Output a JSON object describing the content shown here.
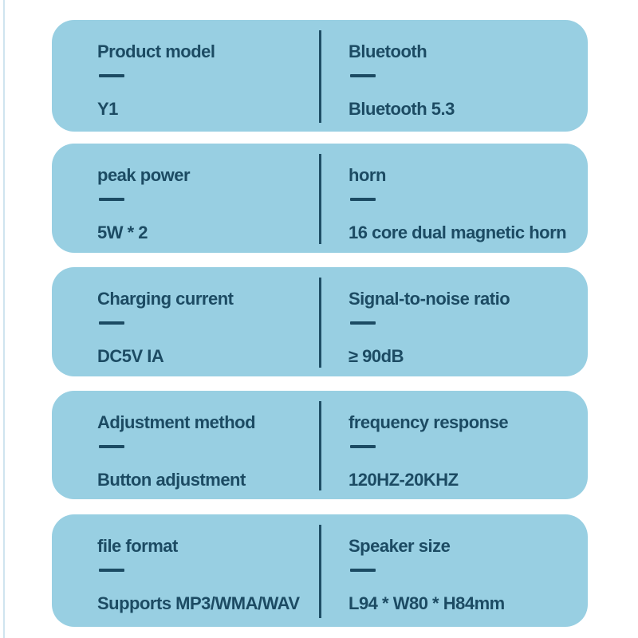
{
  "page": {
    "background_color": "#ffffff",
    "edge_line_color": "#cfe4ef"
  },
  "card_style": {
    "background_color": "#98cfe2",
    "text_color": "#1c4b63",
    "divider_color": "#1f4f66"
  },
  "cards": [
    {
      "left": {
        "label": "Product model",
        "value": "Y1"
      },
      "right": {
        "label": "Bluetooth",
        "value": "Bluetooth 5.3"
      }
    },
    {
      "left": {
        "label": "peak power",
        "value": "5W * 2"
      },
      "right": {
        "label": "horn",
        "value": "16 core dual magnetic horn"
      }
    },
    {
      "left": {
        "label": "Charging current",
        "value": "DC5V IA"
      },
      "right": {
        "label": "Signal-to-noise ratio",
        "value": "≥ 90dB"
      }
    },
    {
      "left": {
        "label": "Adjustment method",
        "value": "Button adjustment"
      },
      "right": {
        "label": "frequency response",
        "value": "120HZ-20KHZ"
      }
    },
    {
      "left": {
        "label": "file format",
        "value": "Supports MP3/WMA/WAV"
      },
      "right": {
        "label": "Speaker size",
        "value": "L94 * W80 * H84mm"
      }
    }
  ]
}
